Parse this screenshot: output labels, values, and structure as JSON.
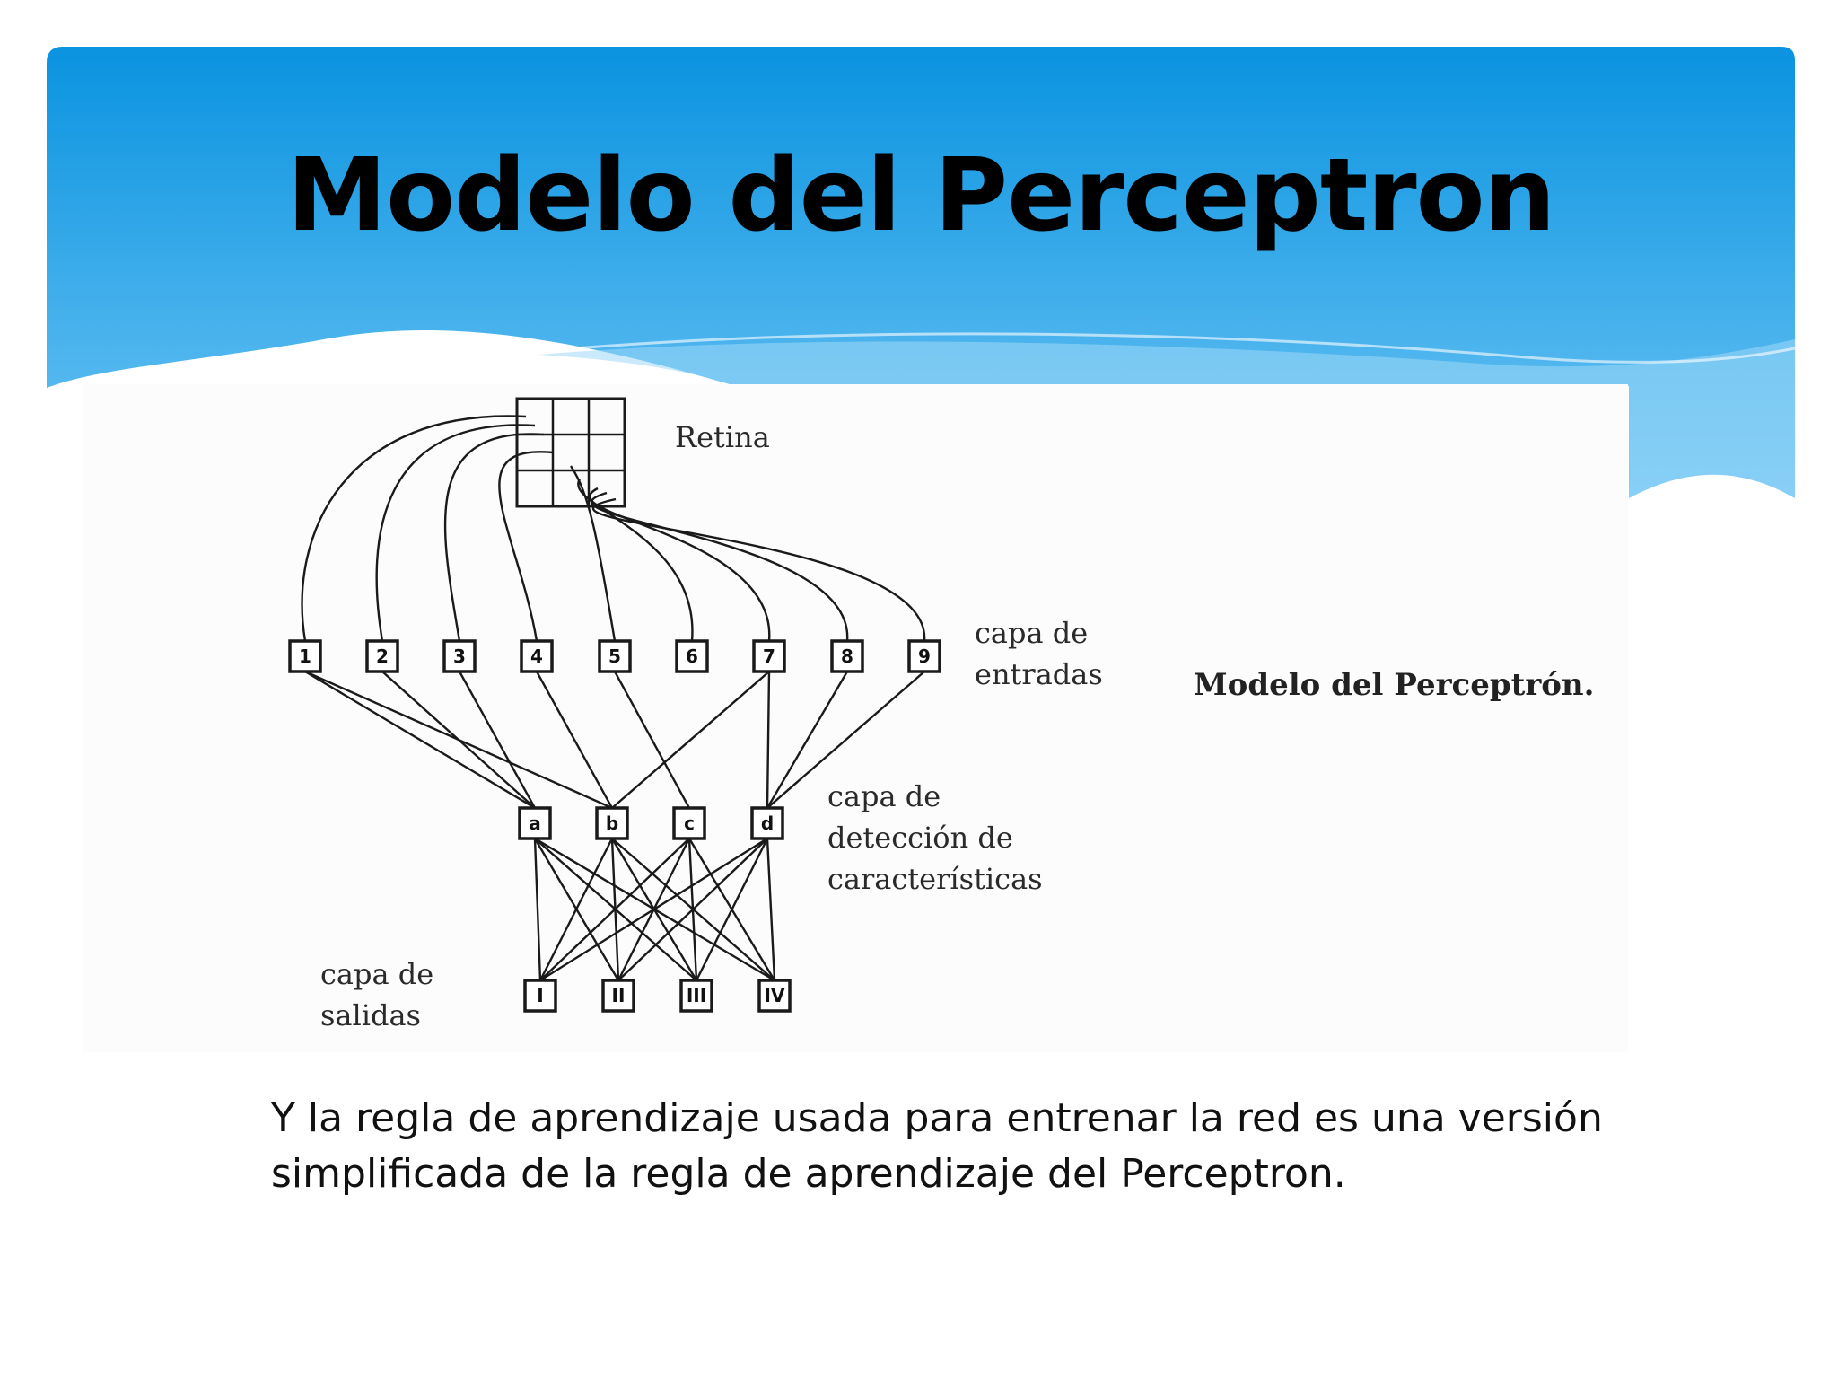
{
  "slide": {
    "title": "Modelo del Perceptron",
    "body_lines": [
      "Y la regla de aprendizaje usada para entrenar la red es una versión",
      "simplificada de la regla de aprendizaje del Perceptron."
    ],
    "header_colors": {
      "top": "#0a93e0",
      "bottom": "#6cc4f4"
    }
  },
  "diagram": {
    "caption": "Modelo del Perceptrón.",
    "retina_label": "Retina",
    "input_layer_label": [
      "capa de",
      "entradas"
    ],
    "detection_layer_label": [
      "capa de",
      "detección de",
      "características"
    ],
    "output_layer_label": [
      "capa de",
      "salidas"
    ],
    "input_nodes": [
      "1",
      "2",
      "3",
      "4",
      "5",
      "6",
      "7",
      "8",
      "9"
    ],
    "detection_nodes": [
      "a",
      "b",
      "c",
      "d"
    ],
    "output_nodes": [
      "I",
      "II",
      "III",
      "IV"
    ],
    "input_to_detection": [
      [
        "1",
        "a"
      ],
      [
        "1",
        "b"
      ],
      [
        "2",
        "a"
      ],
      [
        "3",
        "a"
      ],
      [
        "4",
        "b"
      ],
      [
        "5",
        "c"
      ],
      [
        "7",
        "b"
      ],
      [
        "7",
        "d"
      ],
      [
        "8",
        "d"
      ],
      [
        "9",
        "d"
      ]
    ]
  }
}
